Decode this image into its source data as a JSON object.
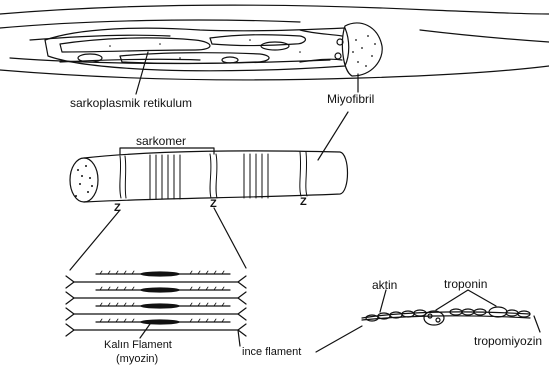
{
  "labels": {
    "sarcoplasmic_reticulum": "sarkoplasmik retikulum",
    "myofibril": "Miyofibril",
    "sarcomere": "sarkomer",
    "z_line": "Z",
    "thick_filament_line1": "Kalın Flament",
    "thick_filament_line2": "(myozin)",
    "thin_filament": "ince flament",
    "actin": "aktin",
    "troponin": "troponin",
    "tropomyosin": "tropomiyozin"
  },
  "colors": {
    "ink": "#111111",
    "paper": "#ffffff"
  }
}
